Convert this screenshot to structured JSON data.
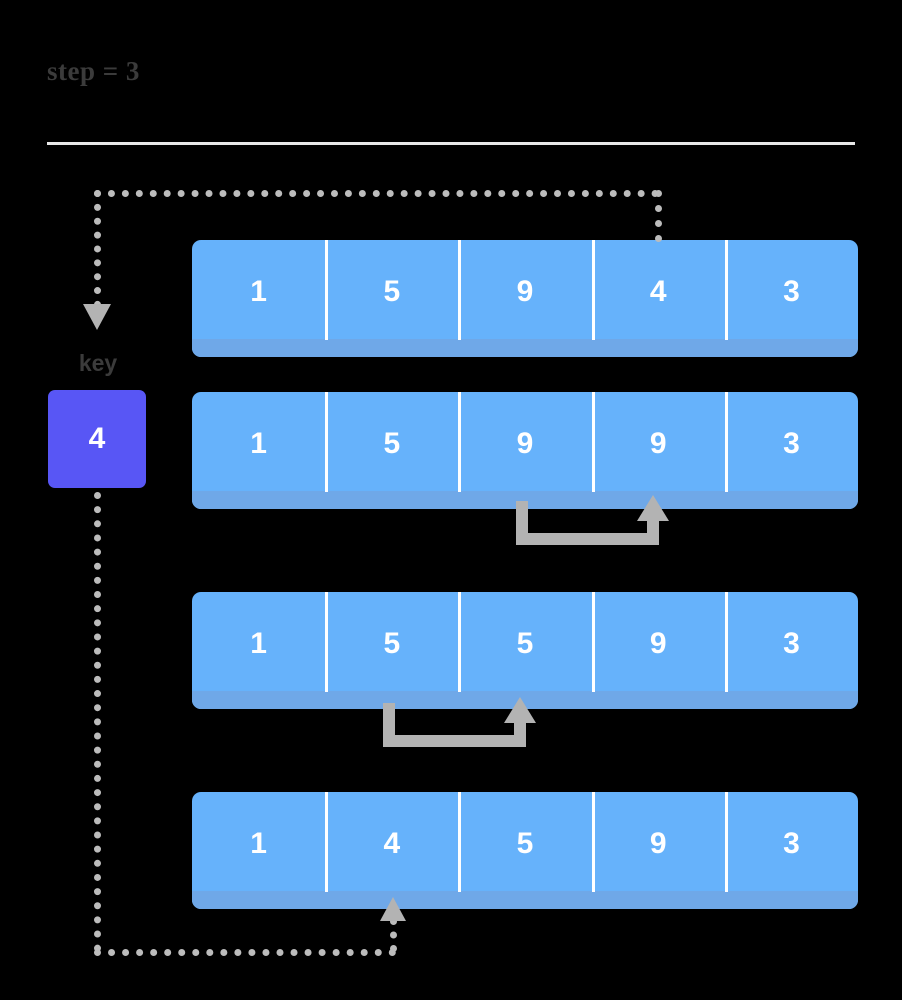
{
  "header": {
    "step_label": "step = 3"
  },
  "key_panel": {
    "label": "key",
    "value": "4",
    "box_color": "#5856f5",
    "text_color": "#ffffff"
  },
  "array_rows": [
    {
      "name": "row-initial",
      "values": [
        "1",
        "5",
        "9",
        "4",
        "3"
      ]
    },
    {
      "name": "row-shift-1",
      "values": [
        "1",
        "5",
        "9",
        "9",
        "3"
      ]
    },
    {
      "name": "row-shift-2",
      "values": [
        "1",
        "5",
        "5",
        "9",
        "3"
      ]
    },
    {
      "name": "row-final",
      "values": [
        "1",
        "4",
        "5",
        "9",
        "3"
      ]
    }
  ],
  "colors": {
    "cell_fill": "#66b2fb",
    "cell_shadow": "#6fa8e8",
    "divider": "#ffffff",
    "connector": "#b3b3b3",
    "dotted": "#bcbcbc",
    "title_text": "#3b3b3b",
    "rule": "#e8e8e8",
    "background": "#000000"
  },
  "connectors": {
    "swap_1": {
      "from_index": 2,
      "to_index": 3,
      "between_rows": [
        1,
        2
      ]
    },
    "swap_2": {
      "from_index": 1,
      "to_index": 2,
      "between_rows": [
        2,
        3
      ]
    }
  },
  "key_paths": {
    "pickup": {
      "from_index": 3,
      "from_row": 0,
      "to": "key-box"
    },
    "insert": {
      "from": "key-box",
      "to_index": 1,
      "to_row": 3
    }
  }
}
